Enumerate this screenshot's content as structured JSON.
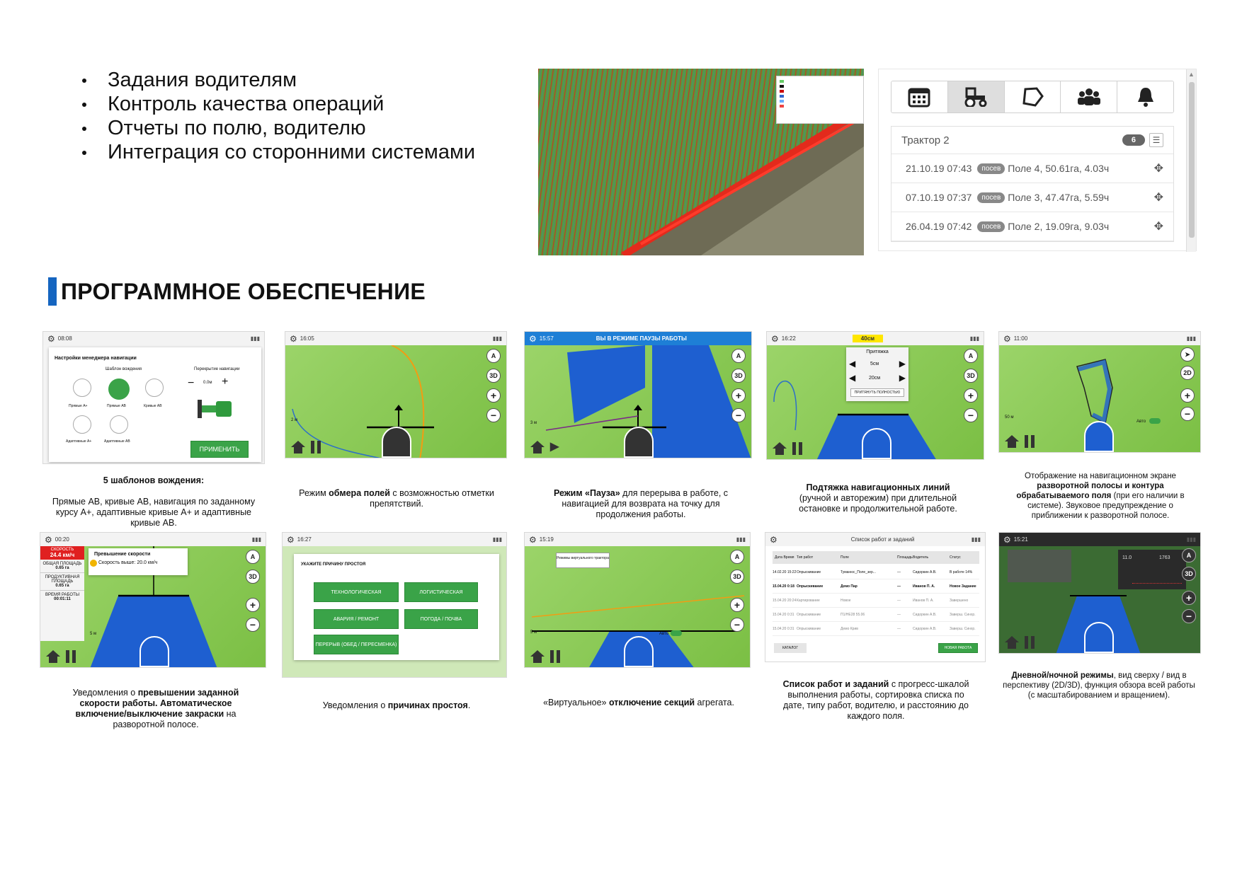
{
  "features": [
    "Задания водителям",
    "Контроль качества операций",
    "Отчеты по полю, водителю",
    "Интеграция со сторонними системами"
  ],
  "task_panel": {
    "title": "Трактор 2",
    "count": "6",
    "rows": [
      {
        "date": "21.10.19 07:43",
        "badge": "посев",
        "info": "Поле 4, 50.61га, 4.03ч"
      },
      {
        "date": "07.10.19 07:37",
        "badge": "посев",
        "info": "Поле 3, 47.47га, 5.59ч"
      },
      {
        "date": "26.04.19 07:42",
        "badge": "посев",
        "info": "Поле 2, 19.09га, 9.03ч"
      }
    ]
  },
  "section_title": "ПРОГРАММНОЕ ОБЕСПЕЧЕНИЕ",
  "screens": {
    "s1": {
      "time": "08:08",
      "dialog_title": "Настройки менеджера навигации",
      "template_label": "Шаблон вождения",
      "overlap_label": "Перекрытие навигации",
      "overlap_value": "0.0м",
      "opt1": "Прямые А+",
      "opt2": "Прямые АВ",
      "opt3": "Кривые АВ",
      "opt4": "Адаптивные А+",
      "opt5": "Адаптивные АВ",
      "apply": "ПРИМЕНИТЬ"
    },
    "s2": {
      "time": "16:05",
      "scale": "2 м"
    },
    "s3": {
      "time": "15:57",
      "banner": "ВЫ В РЕЖИМЕ ПАУЗЫ РАБОТЫ",
      "scale": "3 м"
    },
    "s4": {
      "time": "16:22",
      "offset": "40см",
      "panel_title": "Притяжка",
      "v1": "5см",
      "v2": "20см",
      "button": "ПРИТЯНУТЬ ПОЛНОСТЬЮ"
    },
    "s5": {
      "time": "11:00",
      "scale": "50 м",
      "auto": "Авто"
    },
    "s6": {
      "time": "00:20",
      "speed_label": "СКОРОСТЬ",
      "speed": "24.4 км/ч",
      "area_label": "ОБЩАЯ ПЛОЩАДЬ",
      "area": "0.65 га",
      "prod_label": "ПРОДУКТИВНАЯ ПЛОЩАДЬ",
      "prod": "0.65 га",
      "time_label": "ВРЕМЯ РАБОТЫ",
      "work_time": "00:01:11",
      "alert_title": "Превышение скорости",
      "alert_text": "Скорость выше: 20.0 км/ч",
      "scale": "5 м"
    },
    "s7": {
      "time": "16:27",
      "title": "УКАЖИТЕ ПРИЧИНУ ПРОСТОЯ",
      "b1": "ТЕХНОЛОГИЧЕСКАЯ",
      "b2": "ЛОГИСТИЧЕСКАЯ",
      "b3": "АВАРИЯ / РЕМОНТ",
      "b4": "ПОГОДА / ПОЧВА",
      "b5": "ПЕРЕРЫВ (ОБЕД / ПЕРЕСМЕНКА)"
    },
    "s8": {
      "time": "15:19",
      "note": "Режимы виртуального трактора",
      "scale": "5 м",
      "auto": "Авто"
    },
    "s9": {
      "title": "Список работ и заданий",
      "h1": "Дата Время",
      "h2": "Тип работ",
      "h3": "Поле",
      "h4": "Площадь",
      "h5": "Водитель",
      "h6": "Статус",
      "rows": [
        [
          "14.02.20 15:22",
          "Опрыскивание",
          "Туманюс_Поле_зер...",
          "—",
          "Сидоркин А.В.",
          "В работе 14%"
        ],
        [
          "15.04.20 0:18",
          "Опрыскивание",
          "Демо Пар",
          "—",
          "Иванов П. А.",
          "Новое Задание"
        ],
        [
          "15.04.20 20:24",
          "Картирование",
          "Новое",
          "—",
          "Иванов П. А.",
          "Завершено"
        ],
        [
          "15.04.20 0:31",
          "Опрыскивание",
          "П1/НЕ28 55.06",
          "—",
          "Сидоркин А.В.",
          "Заверш. Синхр."
        ],
        [
          "15.04.20 0:31",
          "Опрыскивание",
          "Демо Крив",
          "—",
          "Сидоркин А.В.",
          "Заверш. Синхр."
        ]
      ],
      "catalog": "КАТАЛОГ",
      "new": "НОВАЯ РАБОТА"
    },
    "s10": {
      "time": "15:21",
      "v1": "11.0",
      "v2": "1763"
    }
  },
  "captions": {
    "c1_title": "5 шаблонов вождения:",
    "c1_text": "Прямые АВ, кривые АВ, навигация по заданному курсу А+, адаптивные кривые А+ и адаптивные кривые АВ.",
    "c2a": "Режим ",
    "c2b": "обмера полей",
    "c2c": " с возможностью отметки препятствий.",
    "c3a": "Режим «Пауза»",
    "c3b": " для перерыва в работе, с навигацией для возврата на точку для продолжения работы.",
    "c4a": "Подтяжка навигационных линий",
    "c4b": "(ручной и авторежим) при длительной остановке и продолжительной работе.",
    "c5a": "Отображение на навигационном экране ",
    "c5b": "разворотной полосы и контура обрабатываемого поля",
    "c5c": " (при его наличии в системе). Звуковое предупреждение о приближении к разворотной полосе.",
    "c6a": "Уведомления о ",
    "c6b": "превышении заданной скорости работы. Автоматическое включение/выключение закраски",
    "c6c": " на разворотной полосе.",
    "c7a": "Уведомления о ",
    "c7b": "причинах простоя",
    "c7c": ".",
    "c8a": "«Виртуальное» ",
    "c8b": "отключение секций",
    "c8c": " агрегата.",
    "c9a": "Список работ и заданий",
    "c9b": " с прогресс-шкалой выполнения работы, сортировка списка по дате, типу работ, водителю, и расстоянию до каждого поля.",
    "c10a": "Дневной/ночной режимы",
    "c10b": ", вид сверху / вид в перспективу (2D/3D), функция обзора всей работы (с масштабированием и вращением)."
  },
  "colors": {
    "accent": "#1565c0",
    "green_button": "#3aa348",
    "field_green": "#82c341",
    "work_blue": "#1e5fd0"
  }
}
